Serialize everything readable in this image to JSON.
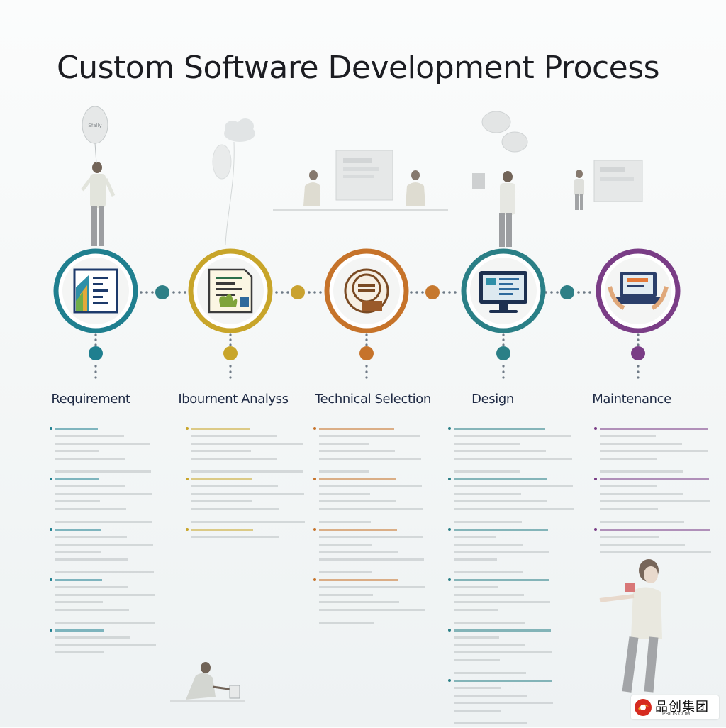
{
  "title": "Custom Software Development Process",
  "colors": {
    "step1": "#1f7f8f",
    "step2": "#c8a52a",
    "step3": "#c6732a",
    "step4": "#2a7f86",
    "step5": "#7a3d86",
    "text_heading": "#1f2a44",
    "connector_dots": "#6e7a86"
  },
  "steps": [
    {
      "label": "Requirement",
      "icon": "document-chart-icon"
    },
    {
      "label": "Ibournent Analyss",
      "icon": "report-plant-icon"
    },
    {
      "label": "Technical Selection",
      "icon": "gear-dial-icon"
    },
    {
      "label": "Design",
      "icon": "monitor-icon"
    },
    {
      "label": "Maintenance",
      "icon": "laptop-hands-icon"
    }
  ],
  "sign_text": "Sfally",
  "logo": {
    "name": "品创集团",
    "url": "PBIDS.COM"
  }
}
